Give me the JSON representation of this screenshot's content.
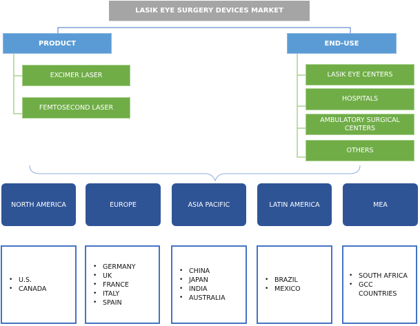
{
  "title": "LASIK EYE SURGERY DEVICES MARKET",
  "colors": {
    "title_bg": "#a5a5a5",
    "category_bg": "#5b9bd5",
    "leaf_bg": "#70ad47",
    "region_bg": "#2f5496",
    "country_border": "#4472c4"
  },
  "product": {
    "label": "PRODUCT",
    "items": [
      "EXCIMER LASER",
      "FEMTOSECOND LASER"
    ]
  },
  "end_use": {
    "label": "END-USE",
    "items": [
      "LASIK EYE CENTERS",
      "HOSPITALS",
      "AMBULATORY SURGICAL CENTERS",
      "OTHERS"
    ]
  },
  "regions": [
    {
      "label": "NORTH AMERICA",
      "countries": [
        "U.S.",
        "CANADA"
      ]
    },
    {
      "label": "EUROPE",
      "countries": [
        "GERMANY",
        "UK",
        "FRANCE",
        "ITALY",
        "SPAIN"
      ]
    },
    {
      "label": "ASIA PACIFIC",
      "countries": [
        "CHINA",
        "JAPAN",
        "INDIA",
        "AUSTRALIA"
      ]
    },
    {
      "label": "LATIN AMERICA",
      "countries": [
        "BRAZIL",
        "MEXICO"
      ]
    },
    {
      "label": "MEA",
      "countries": [
        "SOUTH AFRICA",
        "GCC COUNTRIES"
      ]
    }
  ]
}
